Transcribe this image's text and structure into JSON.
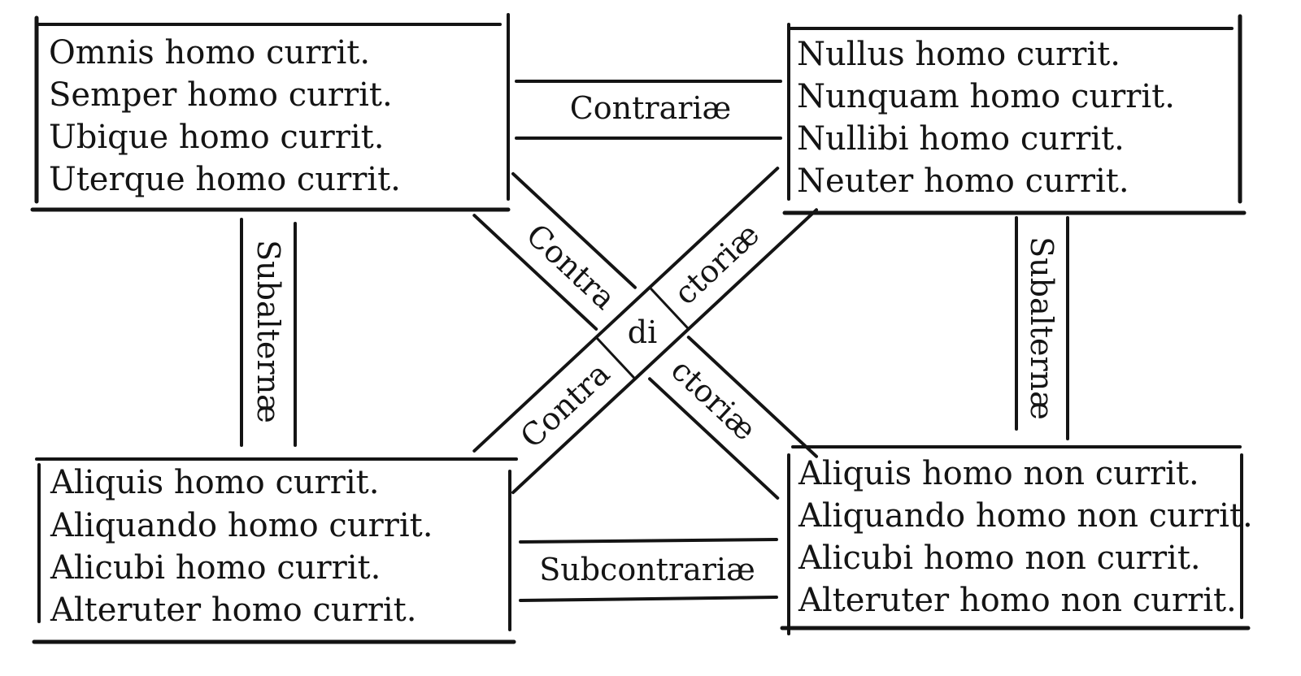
{
  "boxes": {
    "top_left": [
      "Omnis homo currit.",
      "Semper homo currit.",
      "Ubique homo currit.",
      "Uterque homo currit."
    ],
    "top_right": [
      "Nullus homo currit.",
      "Nunquam homo currit.",
      "Nullibi homo currit.",
      "Neuter homo currit."
    ],
    "bottom_left": [
      "Aliquis homo currit.",
      "Aliquando homo currit.",
      "Alicubi homo currit.",
      "Alteruter homo currit."
    ],
    "bottom_right": [
      "Aliquis homo non currit.",
      "Aliquando homo non currit.",
      "Alicubi homo non currit.",
      "Alteruter homo non currit."
    ]
  },
  "relations": {
    "contrariae": "Contrariæ",
    "subcontrariae": "Subcontrariæ",
    "subalternae_left": "Subalternæ",
    "subalternae_right": "Subalternæ",
    "contradictoriae_a": {
      "part1": "Contra",
      "part2": "ctoriæ"
    },
    "contradictoriae_b": {
      "part1": "Contra",
      "part2": "di",
      "part3": "ctoriæ"
    }
  }
}
